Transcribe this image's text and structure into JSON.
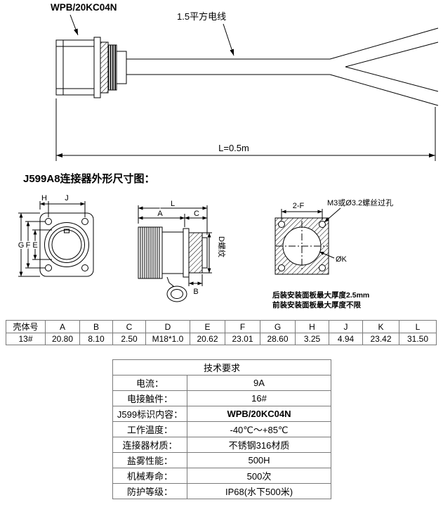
{
  "part_number": "WPB/20KC04N",
  "top_drawing": {
    "wire_label": "1.5平方电线",
    "length_label": "L=0.5m"
  },
  "section_heading": "J599A8连接器外形尺寸图：",
  "views": {
    "front": {
      "dim_h": "H",
      "dim_j": "J",
      "dim_g": "G",
      "dim_f": "F",
      "dim_e": "E"
    },
    "side": {
      "dim_l": "L",
      "dim_a": "A",
      "dim_c": "C",
      "dim_b": "B",
      "thread_label": "D螺纹"
    },
    "panel": {
      "corner_holes_label": "2-F",
      "screw_hole_note": "M3或Ø3.2螺丝过孔",
      "hole_diameter_label": "ØK",
      "note_rear": "后装安装面板最大厚度2.5mm",
      "note_front": "前装安装面板最大厚度不限"
    }
  },
  "dim_table": {
    "headers": [
      "壳体号",
      "A",
      "B",
      "C",
      "D",
      "E",
      "F",
      "G",
      "H",
      "J",
      "K",
      "L"
    ],
    "rows": [
      [
        "13#",
        "20.80",
        "8.10",
        "2.50",
        "M18*1.0",
        "20.62",
        "23.01",
        "28.60",
        "3.25",
        "4.94",
        "23.42",
        "31.50"
      ]
    ]
  },
  "spec_table": {
    "title": "技术要求",
    "rows": [
      {
        "label": "电流：",
        "value": "9A"
      },
      {
        "label": "电接触件：",
        "value": "16#"
      },
      {
        "label": "J599标识内容：",
        "value": "WPB/20KC04N"
      },
      {
        "label": "工作温度：",
        "value": "-40℃～+85℃"
      },
      {
        "label": "连接器材质：",
        "value": "不锈钢316材质"
      },
      {
        "label": "盐雾性能：",
        "value": "500H"
      },
      {
        "label": "机械寿命：",
        "value": "500次"
      },
      {
        "label": "防护等级：",
        "value": "IP68(水下500米)"
      }
    ]
  }
}
